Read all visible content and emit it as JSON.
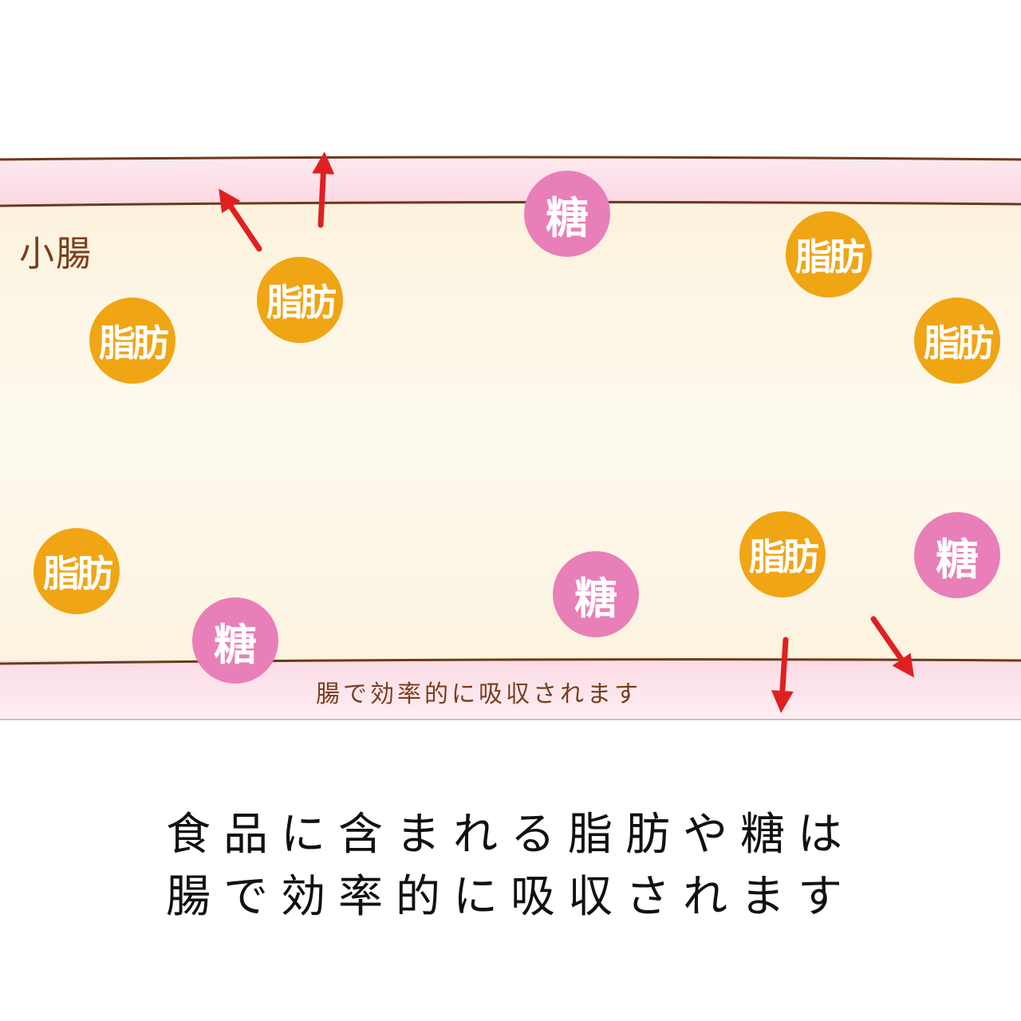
{
  "diagram": {
    "organ_label": "小腸",
    "bottom_note": "腸で効率的に吸収されます",
    "nutrients": {
      "fat_label": "脂肪",
      "sugar_label": "糖"
    }
  },
  "caption": {
    "line1": "食品に含まれる脂肪や糖は",
    "line2": "腸で効率的に吸収されます"
  },
  "colors": {
    "fat": "#f0a514",
    "sugar": "#e97fb8",
    "arrow": "#e02020",
    "wall_line": "#6b3a1c",
    "lumen": "#fdf6e4",
    "wall": "#fbe3ea"
  }
}
